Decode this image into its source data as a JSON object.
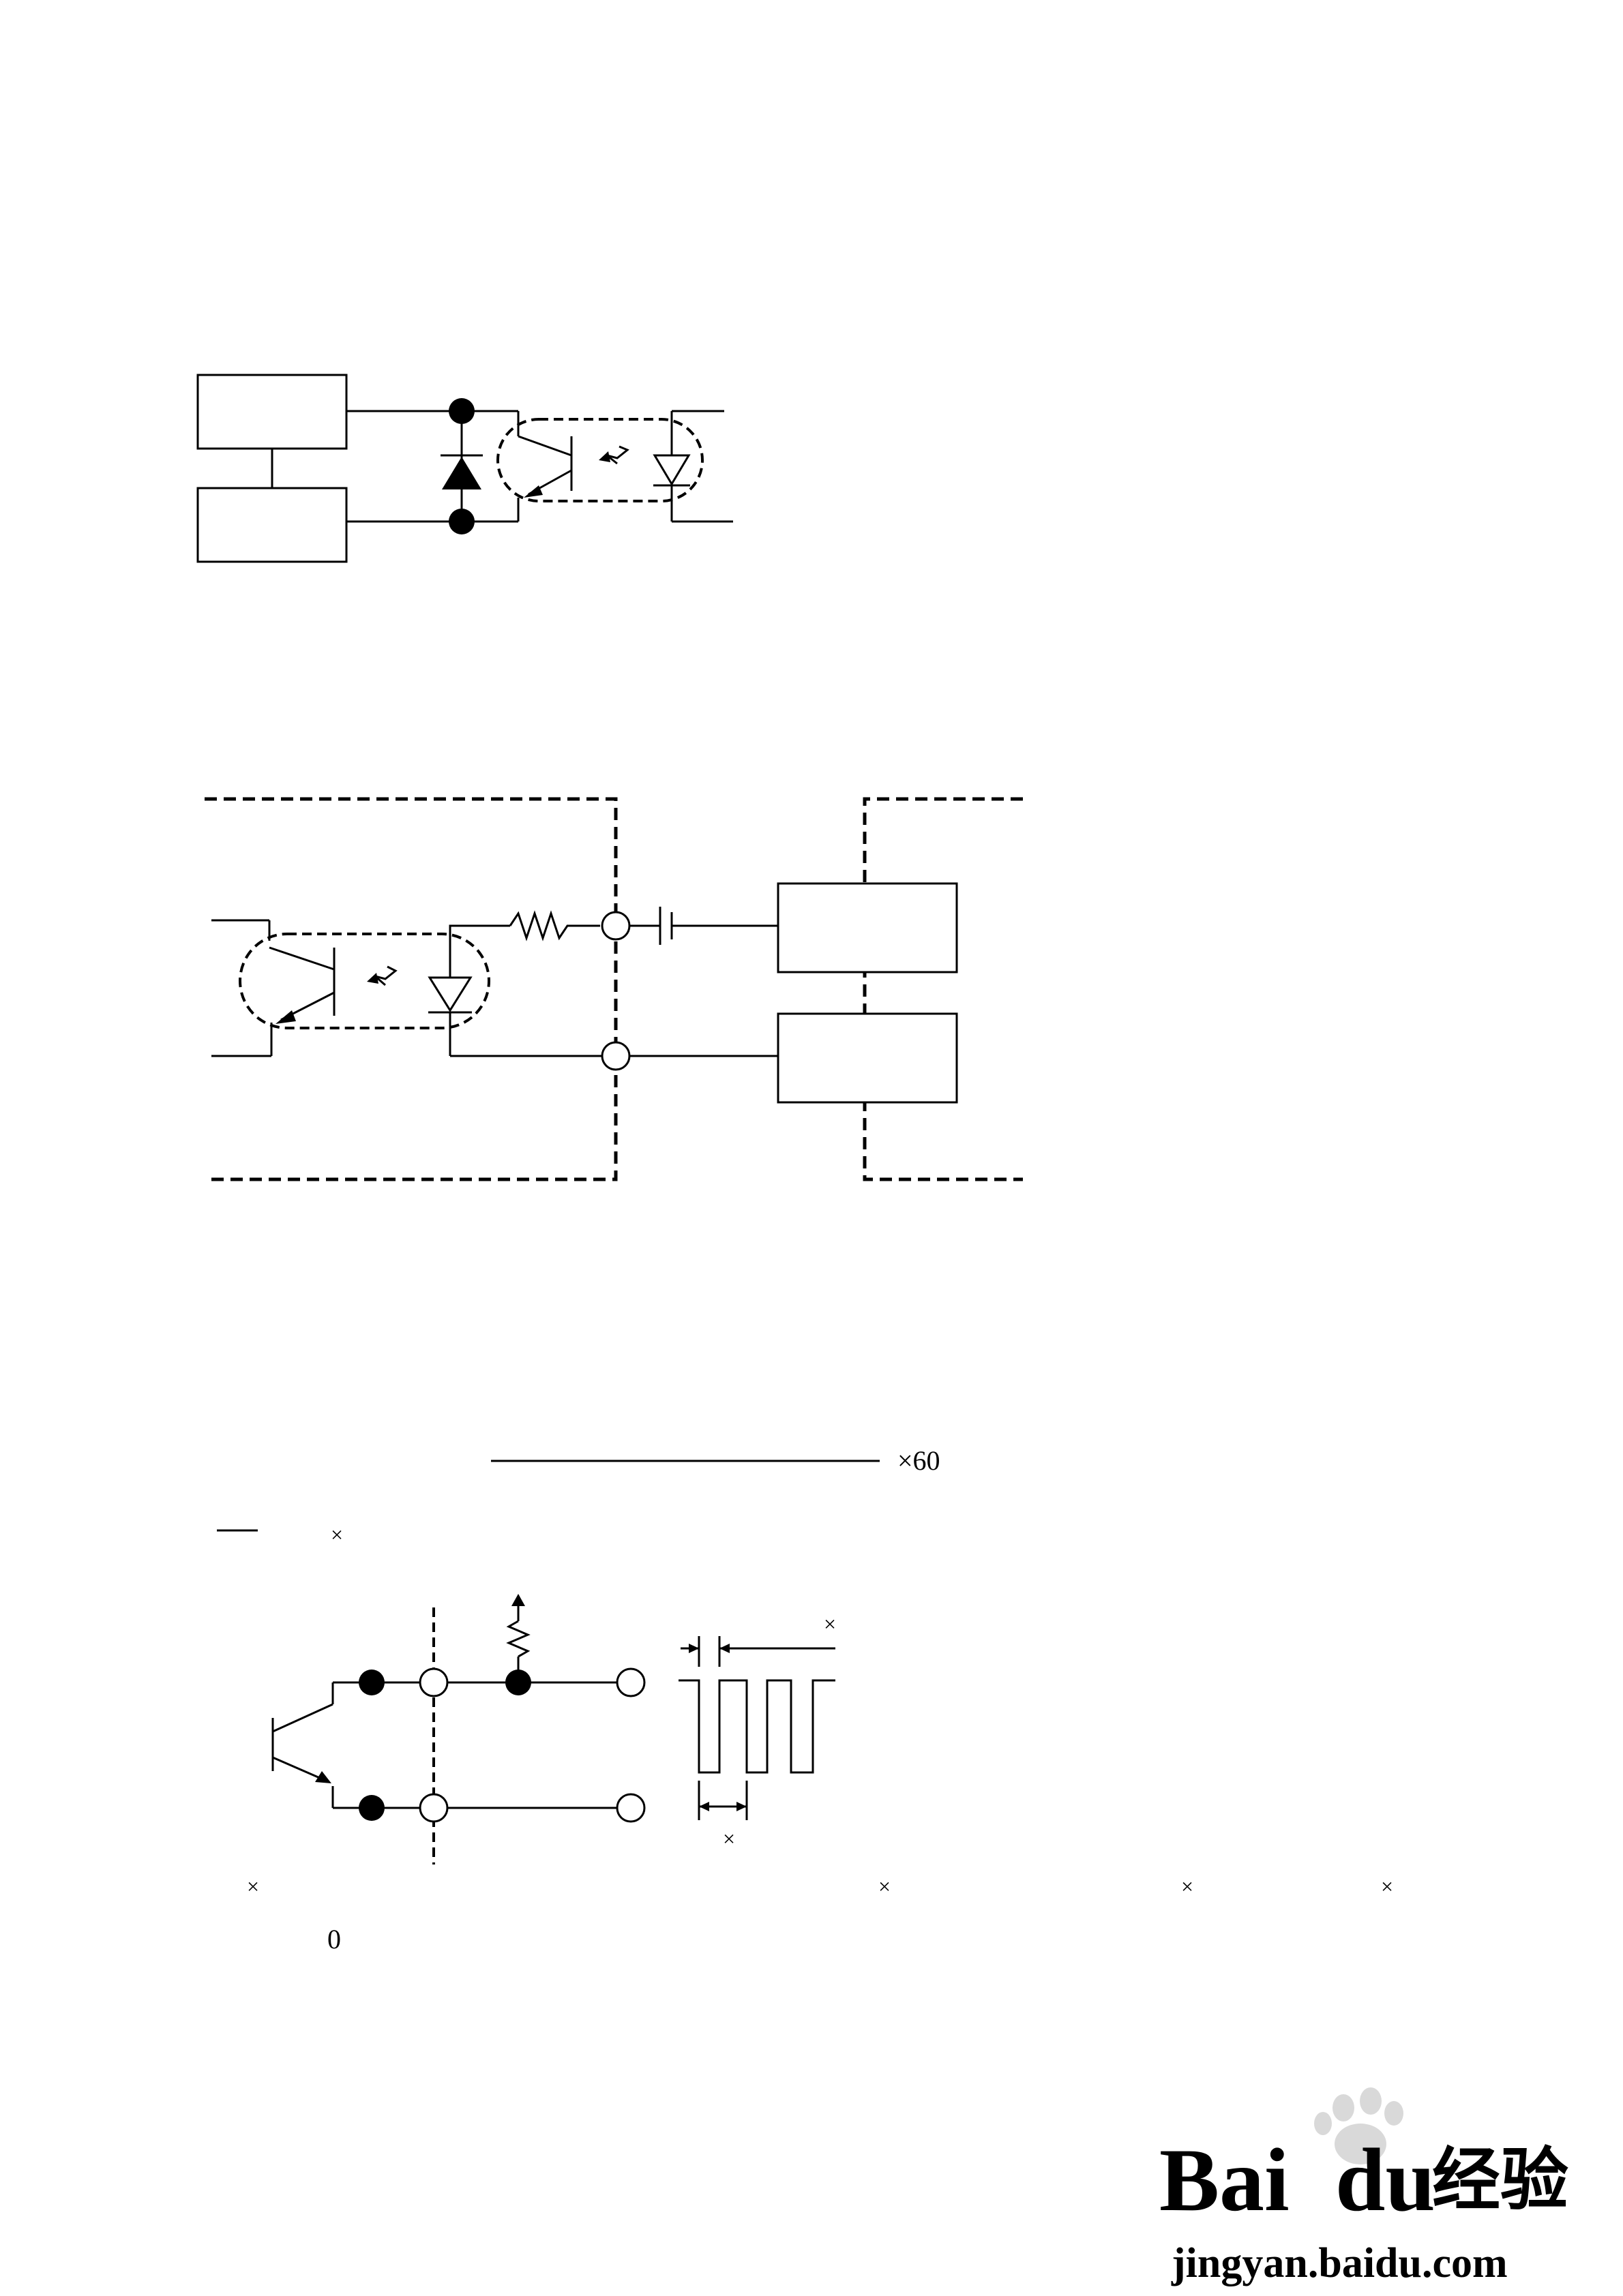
{
  "formula": {
    "multiplier": "×60"
  },
  "marks": {
    "times_a": "×",
    "times_b": "×",
    "times_c": "×",
    "times_d": "×",
    "times_e": "×",
    "times_f": "×",
    "times_g": "×",
    "zero": "0"
  },
  "watermark": {
    "brand_latin_1": "Bai",
    "brand_latin_2": "du",
    "brand_cjk": "经验",
    "url": "jingyan.baidu.com"
  }
}
